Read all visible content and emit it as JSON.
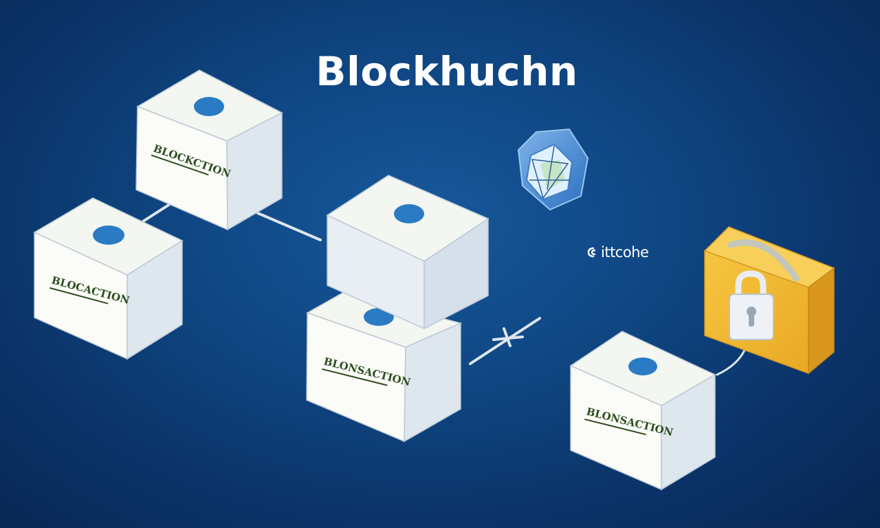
{
  "title": "Blockhuchn",
  "blocks": [
    {
      "label": "BLOCKCTION"
    },
    {
      "label": "BLOCACTION"
    },
    {
      "label": "BLONSACTION"
    },
    {
      "label": "BLONSACTION"
    }
  ],
  "brand": {
    "text": "ittcohe",
    "icon": "link-logo-icon"
  },
  "badge": {
    "icon": "crystal-hexagon-icon"
  },
  "lock": {
    "icon": "padlock-icon"
  },
  "colors": {
    "background": "#0f4682",
    "block_face": "#f6f8f4",
    "block_dot": "#2a7bc4",
    "label_text": "#2d4d1f",
    "lock_box": "#f2b632"
  }
}
